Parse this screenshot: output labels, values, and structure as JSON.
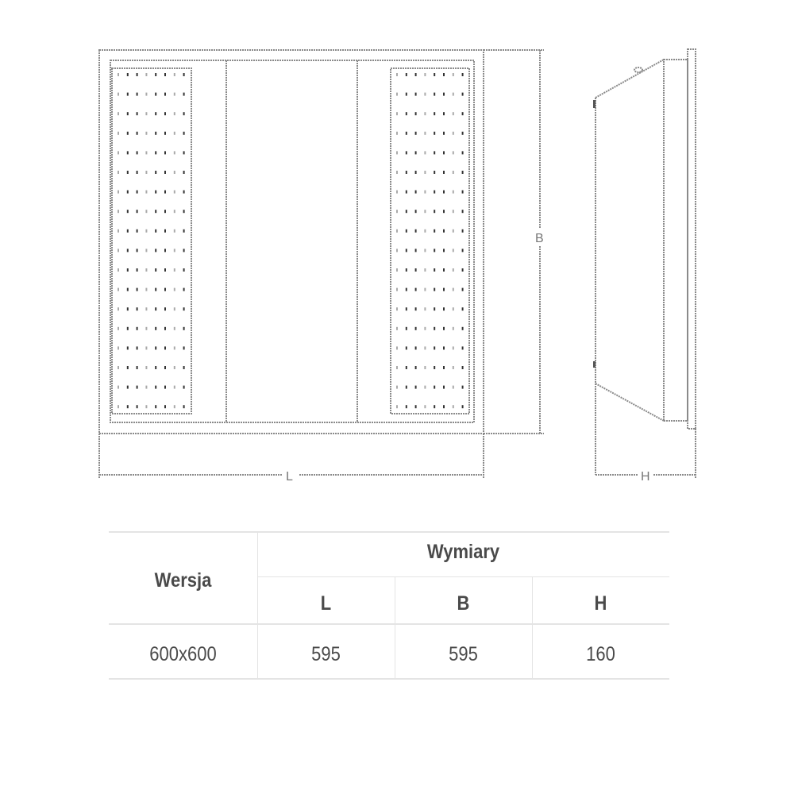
{
  "drawing": {
    "front_view": {
      "dimension_width_label": "L",
      "dimension_height_label": "B",
      "perforation_rows": 18,
      "perforation_columns": 8
    },
    "side_view": {
      "dimension_depth_label": "H"
    }
  },
  "table": {
    "version_header": "Wersja",
    "dimensions_header": "Wymiary",
    "columns": [
      "L",
      "B",
      "H"
    ],
    "rows": [
      {
        "version": "600x600",
        "L": "595",
        "B": "595",
        "H": "160"
      }
    ]
  }
}
